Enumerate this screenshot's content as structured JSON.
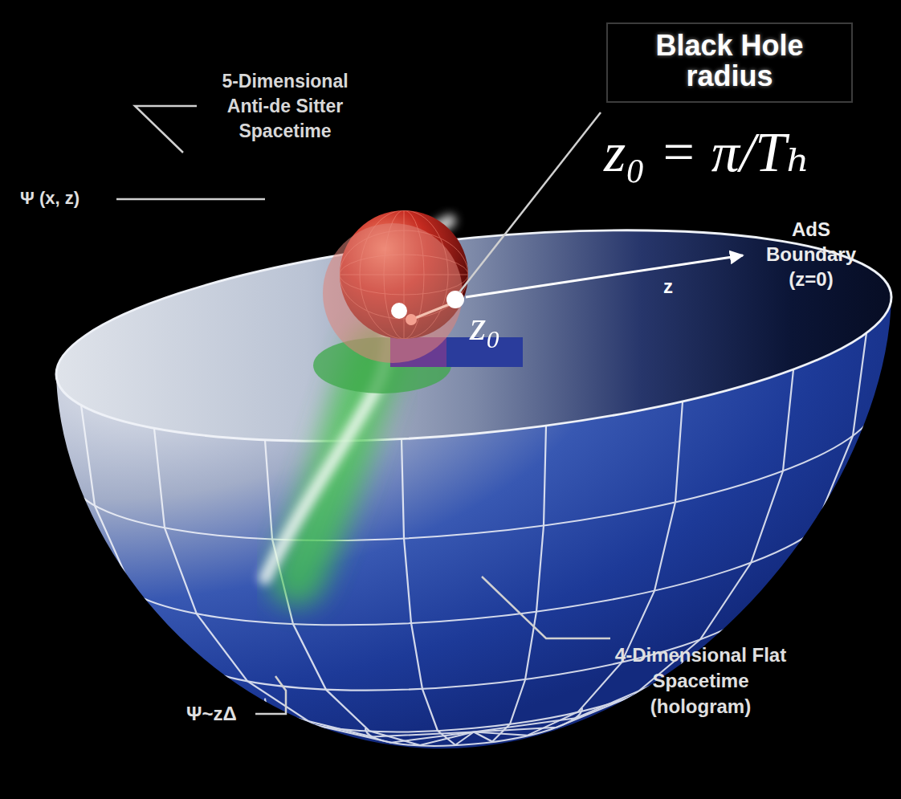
{
  "diagram": {
    "nodes": [
      {
        "text": [
          "Black Hole radius"
        ]
      }
    ],
    "labels": [
      "z₀ = π/Tₕ",
      "5-Dimensional Anti-de Sitter Spacetime",
      "Ψ (x, z)",
      "AdS Boundary (z=0)",
      "z₀",
      "z",
      "Ψ~zΔ",
      "4-Dimensional Flat Spacetime (hologram)"
    ]
  }
}
